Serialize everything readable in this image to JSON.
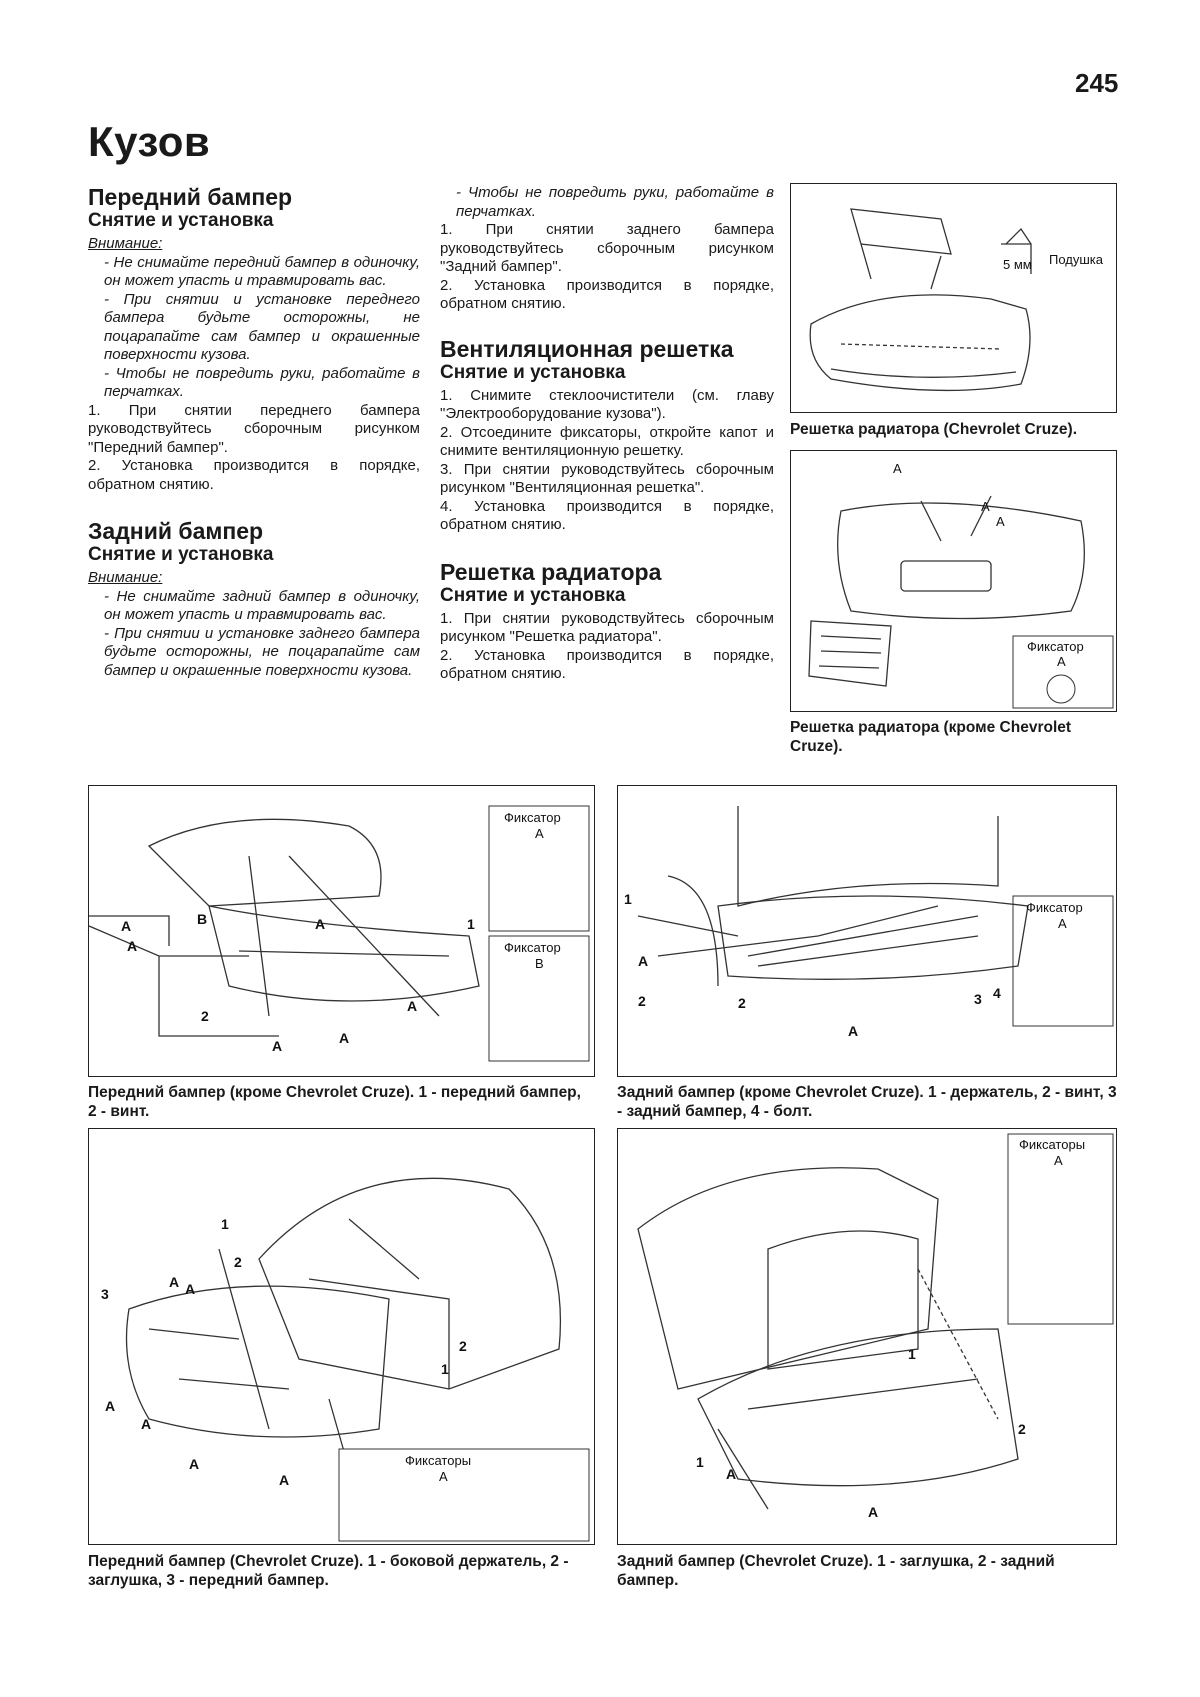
{
  "page_number": "245",
  "chapter_title": "Кузов",
  "col1": {
    "front": {
      "title": "Передний бампер",
      "subtitle": "Снятие и установка",
      "warning": "Внимание:",
      "notes": [
        "- Не снимайте передний бампер в одиночку, он может упасть и травмировать вас.",
        "- При снятии и установке переднего бампера будьте осторожны, не поцарапайте сам бампер и окрашенные поверхности кузова.",
        "- Чтобы не повредить руки, работайте в перчатках."
      ],
      "steps": [
        "1. При снятии переднего бампера руководствуйтесь сборочным рисунком \"Передний бампер\".",
        "2. Установка производится в порядке, обратном снятию."
      ]
    },
    "rear": {
      "title": "Задний бампер",
      "subtitle": "Снятие и установка",
      "warning": "Внимание:",
      "notes": [
        "- Не снимайте задний бампер в одиночку, он может упасть и травмировать вас.",
        "- При снятии и установке заднего бампера будьте осторожны, не поцарапайте сам бампер и окрашенные поверхности кузова."
      ]
    }
  },
  "col2": {
    "rear_cont": {
      "notes": [
        "- Чтобы не повредить руки, работайте в перчатках."
      ],
      "steps": [
        "1. При снятии заднего бампера руководствуйтесь сборочным рисунком \"Задний бампер\".",
        "2. Установка производится в порядке, обратном снятию."
      ]
    },
    "vent": {
      "title": "Вентиляционная решетка",
      "subtitle": "Снятие и установка",
      "steps": [
        "1. Снимите стеклоочистители (см. главу \"Электрооборудование кузова\").",
        "2. Отсоедините фиксаторы, откройте капот и снимите вентиляционную решетку.",
        "3. При снятии руководствуйтесь сборочным рисунком \"Вентиляционная решетка\".",
        "4. Установка производится в порядке, обратном снятию."
      ]
    },
    "grille": {
      "title": "Решетка радиатора",
      "subtitle": "Снятие и установка",
      "steps": [
        "1. При снятии руководствуйтесь сборочным рисунком \"Решетка радиатора\".",
        "2. Установка производится в порядке, обратном снятию."
      ]
    }
  },
  "figures": {
    "grille_cruze": {
      "caption": "Решетка радиатора (Chevrolet Cruze).",
      "labels": {
        "dim": "5 мм",
        "pad": "Подушка"
      }
    },
    "grille_other": {
      "caption": "Решетка радиатора (кроме Chevrolet Cruze).",
      "labels": {
        "a": "A",
        "clip": "Фиксатор",
        "clip_a": "A"
      }
    },
    "front_other": {
      "caption": "Передний бампер (кроме Chevrolet Cruze). 1 - передний бампер, 2 - винт.",
      "labels": {
        "clip": "Фиксатор",
        "clip_a": "A",
        "clip_b": "B",
        "a": "A",
        "b": "B",
        "n1": "1",
        "n2": "2"
      }
    },
    "rear_other": {
      "caption": "Задний бампер (кроме Chevrolet Cruze). 1 - держатель, 2 - винт, 3 - задний бампер, 4 - болт.",
      "labels": {
        "clip": "Фиксатор",
        "clip_a": "A",
        "a": "A",
        "n1": "1",
        "n2": "2",
        "n3": "3",
        "n4": "4"
      }
    },
    "front_cruze": {
      "caption": "Передний бампер (Chevrolet Cruze). 1 - боковой держатель, 2 - заглушка, 3 - передний бампер.",
      "labels": {
        "clips": "Фиксаторы",
        "clip_a": "A",
        "a": "A",
        "n1": "1",
        "n2": "2",
        "n3": "3"
      }
    },
    "rear_cruze": {
      "caption": "Задний бампер (Chevrolet Cruze). 1 - заглушка, 2 - задний бампер.",
      "labels": {
        "clips": "Фиксаторы",
        "clip_a": "A",
        "a": "A",
        "n1": "1",
        "n2": "2"
      }
    }
  }
}
